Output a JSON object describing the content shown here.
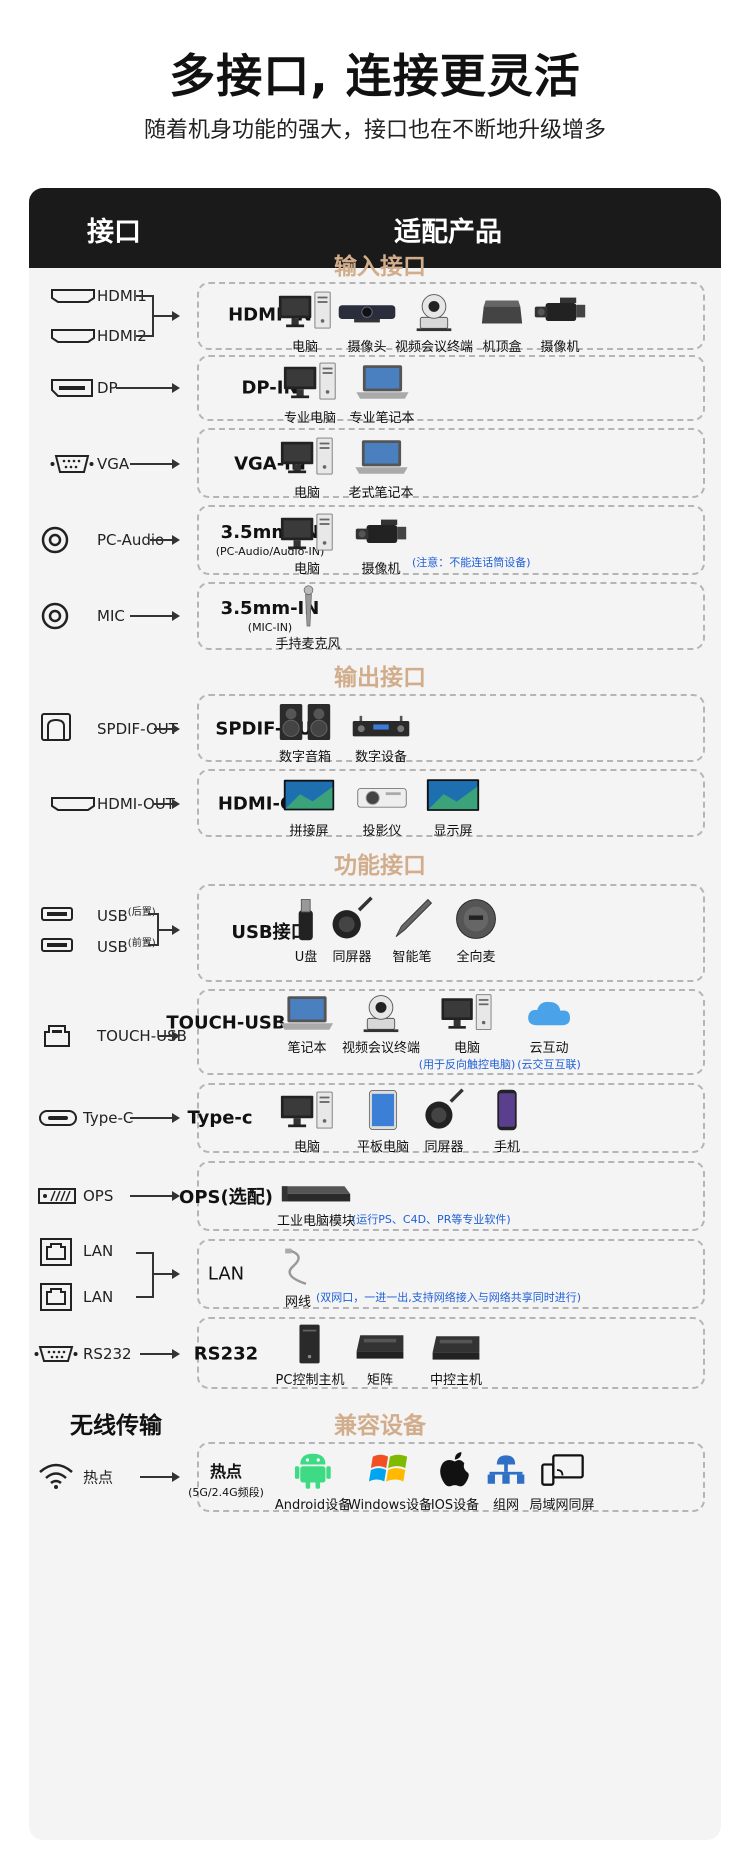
{
  "header": {
    "title": "多接口, 连接更灵活",
    "subtitle": "随着机身功能的强大，接口也在不断地升级增多"
  },
  "table": {
    "col_interface": "接口",
    "col_products": "适配产品"
  },
  "sections": {
    "input": "输入接口",
    "output": "输出接口",
    "function": "功能接口",
    "wireless": "无线传输",
    "compatible": "兼容设备"
  },
  "rows": {
    "hdmi": {
      "ports": [
        "HDMI1",
        "HDMI2"
      ],
      "label": "HDMI-IN",
      "products": [
        "电脑",
        "摄像头",
        "视频会议终端",
        "机顶盒",
        "摄像机"
      ]
    },
    "dp": {
      "port": "DP",
      "label": "DP-IN",
      "products": [
        "专业电脑",
        "专业笔记本"
      ]
    },
    "vga": {
      "port": "VGA",
      "label": "VGA-IN",
      "products": [
        "电脑",
        "老式笔记本"
      ]
    },
    "pcaudio": {
      "port": "PC-Audio",
      "label": "3.5mm-IN",
      "sublabel": "(PC-Audio/Audio-IN)",
      "products": [
        "电脑",
        "摄像机"
      ],
      "note": "(注意：不能连话筒设备)"
    },
    "mic": {
      "port": "MIC",
      "label": "3.5mm-IN",
      "sublabel": "(MIC-IN)",
      "products": [
        "手持麦克风"
      ]
    },
    "spdif": {
      "port": "SPDIF-OUT",
      "label": "SPDIF-OUT",
      "products": [
        "数字音箱",
        "数字设备"
      ]
    },
    "hdmiout": {
      "port": "HDMI-OUT",
      "label": "HDMI-OUT",
      "products": [
        "拼接屏",
        "投影仪",
        "显示屏"
      ]
    },
    "usb": {
      "ports": [
        "USB",
        "USB"
      ],
      "port_sups": [
        "(后置)",
        "(前置)"
      ],
      "label": "USB接口",
      "products": [
        "U盘",
        "同屏器",
        "智能笔",
        "全向麦"
      ]
    },
    "touchusb": {
      "port": "TOUCH-USB",
      "label": "TOUCH-USB",
      "products": [
        "笔记本",
        "视频会议终端",
        "电脑",
        "云互动"
      ],
      "notes": [
        "(用于反向触控电脑)",
        "(云交互互联)"
      ]
    },
    "typec": {
      "port": "Type-C",
      "label": "Type-c",
      "products": [
        "电脑",
        "平板电脑",
        "同屏器",
        "手机"
      ]
    },
    "ops": {
      "port": "OPS",
      "label": "OPS(选配)",
      "products": [
        "工业电脑模块"
      ],
      "note": "(运行PS、C4D、PR等专业软件)"
    },
    "lan": {
      "ports": [
        "LAN",
        "LAN"
      ],
      "label": "LAN",
      "products": [
        "网线"
      ],
      "note": "(双网口，一进一出,支持网络接入与网络共享同时进行)"
    },
    "rs232": {
      "port": "RS232",
      "label": "RS232",
      "products": [
        "PC控制主机",
        "矩阵",
        "中控主机"
      ]
    },
    "hotspot": {
      "port": "热点",
      "label": "热点",
      "sublabel": "(5G/2.4G频段)",
      "products": [
        "Android设备",
        "Windows设备",
        "IOS设备",
        "组网",
        "局域网同屏"
      ]
    }
  },
  "colors": {
    "section_accent": "#d2ad8c",
    "note_blue": "#1f5fd8",
    "header_bg": "#1a1a1a"
  }
}
